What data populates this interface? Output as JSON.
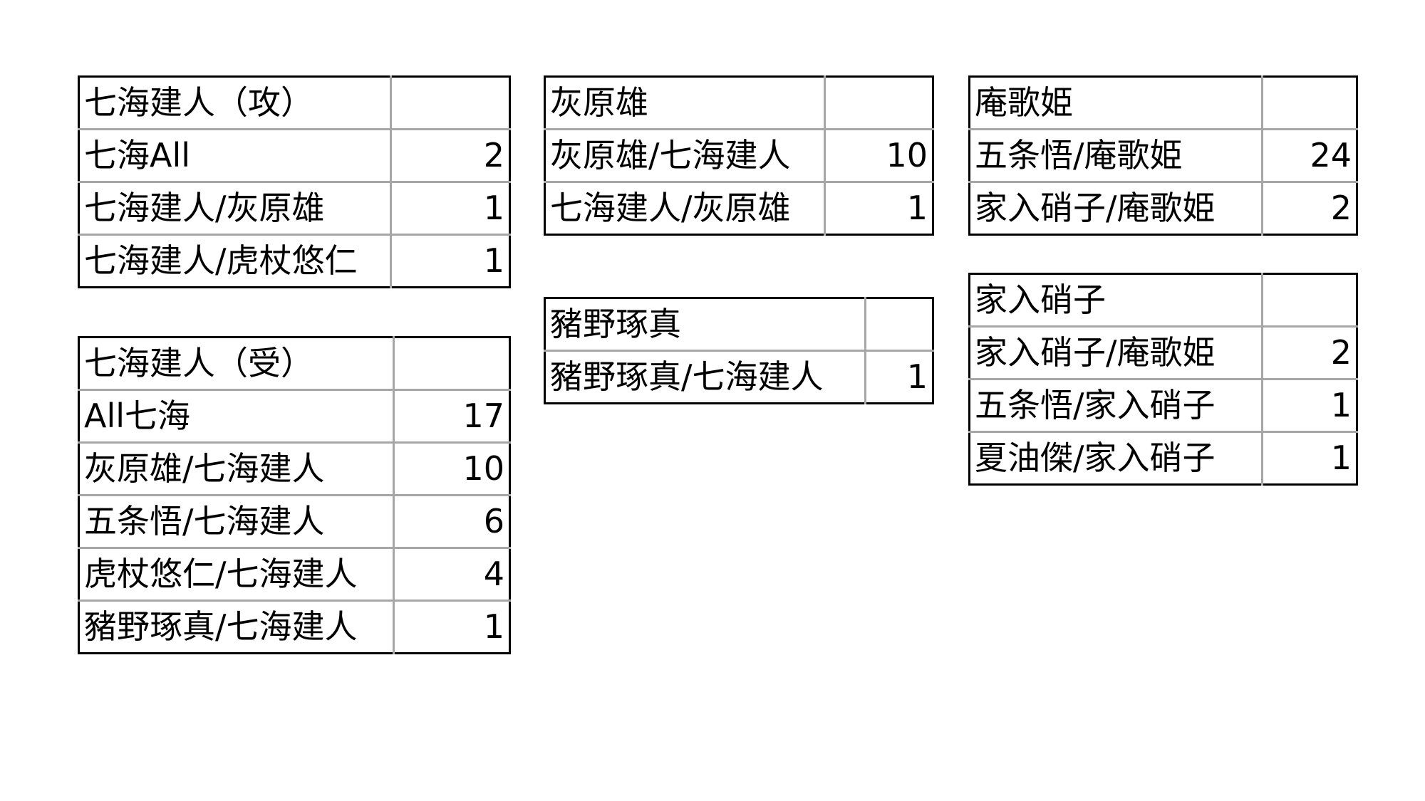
{
  "tables": [
    {
      "title": "七海建人（攻）",
      "rows": [
        {
          "label": "七海All",
          "value": "2"
        },
        {
          "label": "七海建人/灰原雄",
          "value": "1"
        },
        {
          "label": "七海建人/虎杖悠仁",
          "value": "1"
        }
      ]
    },
    {
      "title": "七海建人（受）",
      "rows": [
        {
          "label": "All七海",
          "value": "17"
        },
        {
          "label": "灰原雄/七海建人",
          "value": "10"
        },
        {
          "label": "五条悟/七海建人",
          "value": "6"
        },
        {
          "label": "虎杖悠仁/七海建人",
          "value": "4"
        },
        {
          "label": "豬野琢真/七海建人",
          "value": "1"
        }
      ]
    },
    {
      "title": "灰原雄",
      "rows": [
        {
          "label": "灰原雄/七海建人",
          "value": "10"
        },
        {
          "label": "七海建人/灰原雄",
          "value": "1"
        }
      ]
    },
    {
      "title": "豬野琢真",
      "rows": [
        {
          "label": "豬野琢真/七海建人",
          "value": "1"
        }
      ]
    },
    {
      "title": "庵歌姫",
      "rows": [
        {
          "label": "五条悟/庵歌姫",
          "value": "24"
        },
        {
          "label": "家入硝子/庵歌姫",
          "value": "2"
        }
      ]
    },
    {
      "title": "家入硝子",
      "rows": [
        {
          "label": "家入硝子/庵歌姫",
          "value": "2"
        },
        {
          "label": "五条悟/家入硝子",
          "value": "1"
        },
        {
          "label": "夏油傑/家入硝子",
          "value": "1"
        }
      ]
    }
  ]
}
